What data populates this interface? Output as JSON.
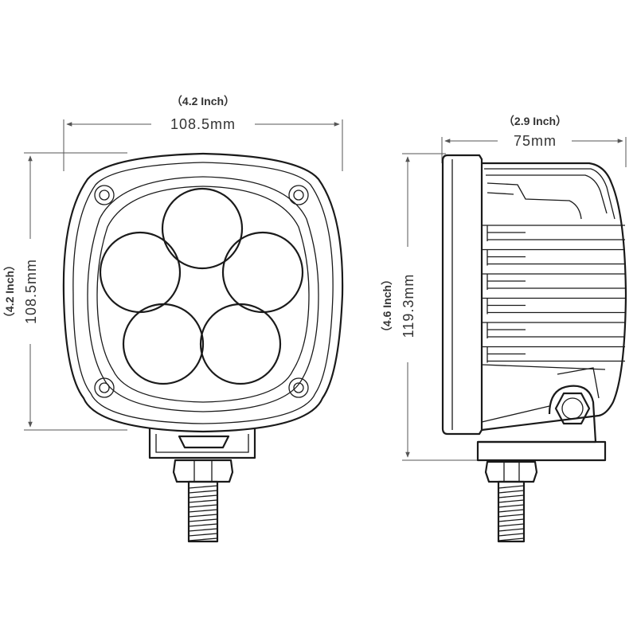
{
  "dimensions": {
    "front_width": {
      "inch": "（4.2 Inch）",
      "mm": "108.5mm"
    },
    "front_height": {
      "inch": "（4.2 Inch）",
      "mm": "108.5mm"
    },
    "side_depth": {
      "inch": "（2.9 Inch）",
      "mm": "75mm"
    },
    "side_height": {
      "inch": "（4.6 Inch）",
      "mm": "119.3mm"
    }
  },
  "leds": {
    "count": 5
  },
  "fins": {
    "count": 6
  }
}
